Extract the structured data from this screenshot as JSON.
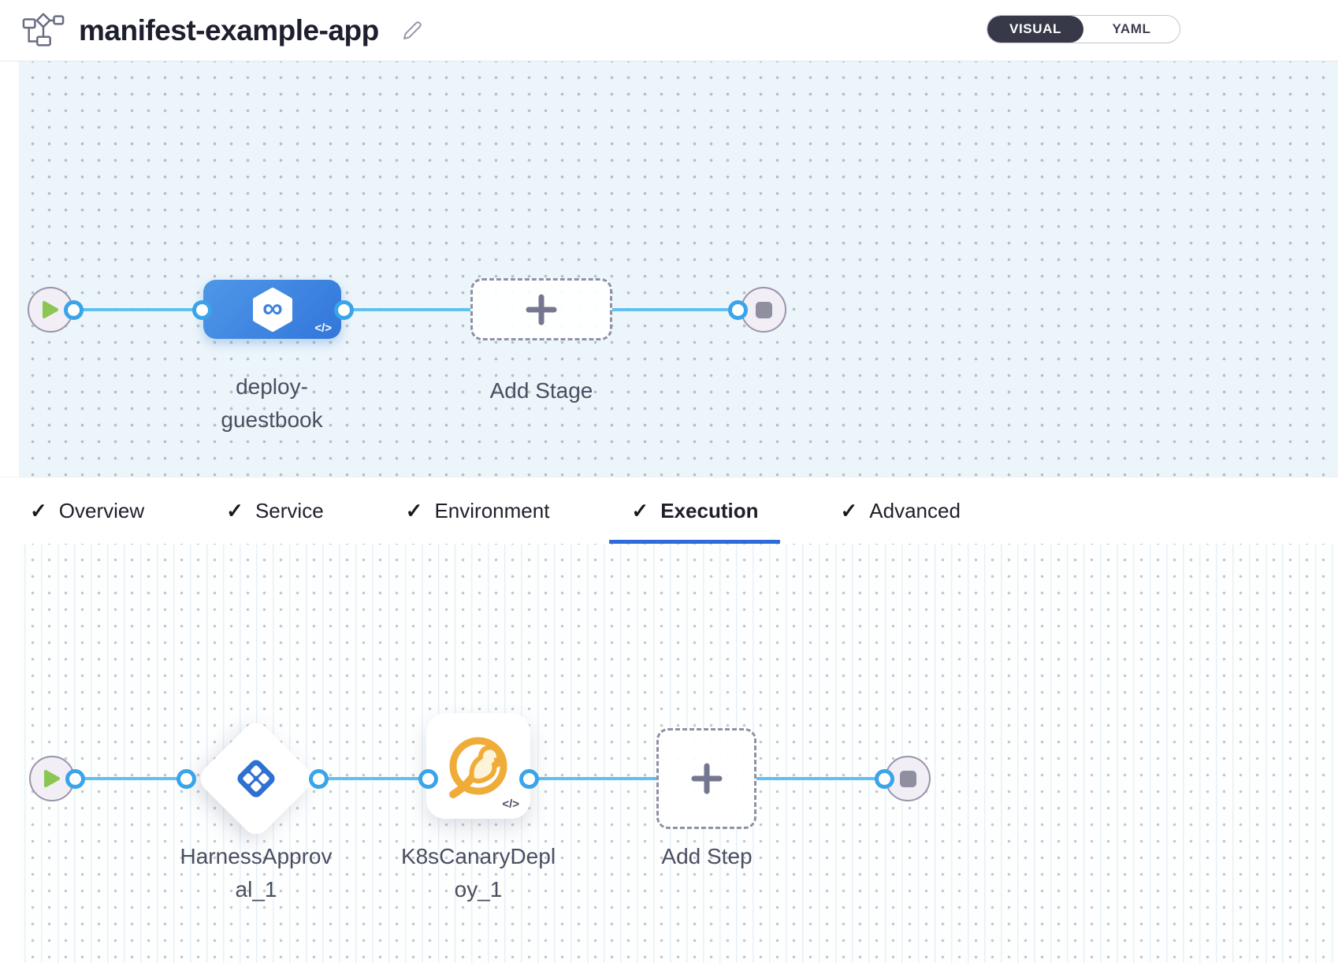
{
  "header": {
    "title": "manifest-example-app",
    "view_toggle": {
      "visual_label": "VISUAL",
      "yaml_label": "YAML",
      "selected": "VISUAL"
    }
  },
  "icons": {
    "check": "✓",
    "infinity": "∞",
    "code_badge": "</>"
  },
  "stage_pipeline": {
    "stage_label_line1": "deploy-",
    "stage_label_line2": "guestbook",
    "add_stage_label": "Add Stage"
  },
  "tabs": [
    {
      "label": "Overview",
      "active": false
    },
    {
      "label": "Service",
      "active": false
    },
    {
      "label": "Environment",
      "active": false
    },
    {
      "label": "Execution",
      "active": true
    },
    {
      "label": "Advanced",
      "active": false
    }
  ],
  "execution_pipeline": {
    "approval_label_line1": "HarnessApprov",
    "approval_label_line2": "al_1",
    "canary_label_line1": "K8sCanaryDepl",
    "canary_label_line2": "oy_1",
    "add_step_label": "Add Step"
  },
  "colors": {
    "connector_blue": "#60c0f0",
    "stage_node_blue": "#3c84e0",
    "active_tab_underline": "#2e6cd9",
    "approval_icon_blue": "#2e6fd2",
    "canary_icon_orange": "#f0ac39",
    "play_icon_green": "#8bc653"
  }
}
